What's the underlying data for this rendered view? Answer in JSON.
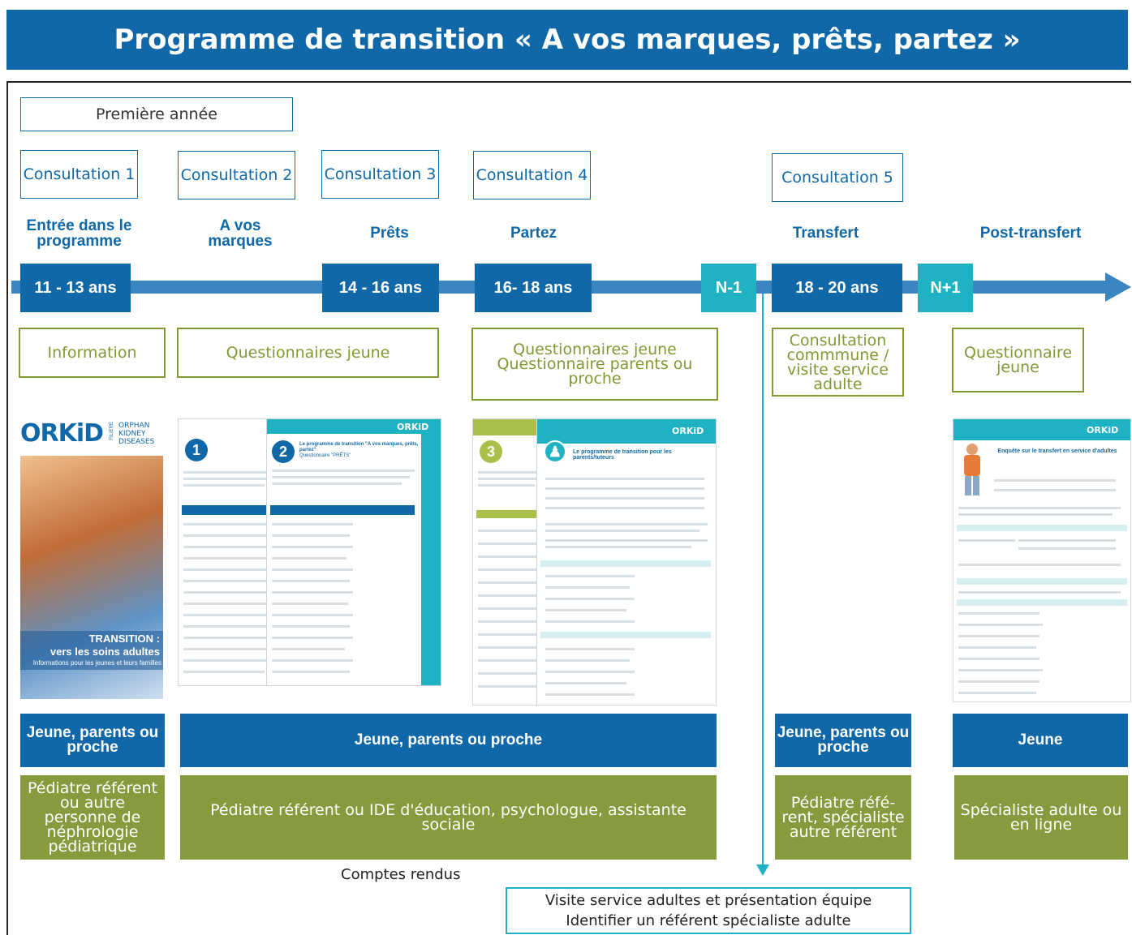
{
  "title": "Programme de transition « A vos marques, prêts, partez »",
  "first_year": "Première année",
  "consultations": [
    "Consultation 1",
    "Consultation 2",
    "Consultation 3",
    "Consultation 4",
    "Consultation 5"
  ],
  "stages": {
    "entree": "Entrée dans le programme",
    "a_vos_marques": "A vos marques",
    "prets": "Prêts",
    "partez": "Partez",
    "transfert": "Transfert",
    "post_transfert": "Post-transfert"
  },
  "timeline": {
    "age_11_13": "11 - 13 ans",
    "age_14_16": "14 - 16 ans",
    "age_16_18": "16- 18 ans",
    "n_minus_1": "N-1",
    "age_18_20": "18 - 20 ans",
    "n_plus_1": "N+1"
  },
  "tools": {
    "information": "Information",
    "questionnaires_jeune": "Questionnaires jeune",
    "questionnaires_jeune_parents_line1": "Questionnaires jeune",
    "questionnaires_jeune_parents_line2": "Questionnaire parents ou proche",
    "consultation_commune": "Consultation commmune / visite service adulte",
    "questionnaire_jeune": "Questionnaire jeune"
  },
  "documents": {
    "orkid_logo": "ORKiD",
    "orkid_tagline_1": "ORPHAN",
    "orkid_tagline_2": "KIDNEY",
    "orkid_tagline_3": "DISEASES",
    "orkid_filiere": "FILIÈRE",
    "brochure_title_1": "TRANSITION :",
    "brochure_title_2": "vers les soins adultes",
    "brochure_subtitle": "Informations pour les jeunes et leurs familles",
    "q1_number": "1",
    "q2_number": "2",
    "q2_title": "Le programme de transition \"A vos marques, prêts, partez\"",
    "q2_subtitle": "Questionnaire \"PRÊTS\"",
    "q3_number": "3",
    "q_parents_title": "Le programme de transition pour les parents/tuteurs",
    "q_post_title": "Enquête sur le transfert en service d'adultes"
  },
  "audiences": {
    "a1": "Jeune, parents ou proche",
    "a2": "Jeune, parents ou proche",
    "a3": "Jeune, parents ou proche",
    "a4": "Jeune"
  },
  "referents": {
    "r1": "Pédiatre référent ou autre personne de néphrologie pédiatrique",
    "r2": "Pédiatre référent ou IDE d'éducation, psychologue, assistante sociale",
    "r3": "Pédiatre réfé-rent, spécialiste autre référent",
    "r4": "Spécialiste adulte ou en ligne"
  },
  "comptes_rendus": "Comptes rendus",
  "visit": {
    "line1": "Visite service adultes et présentation équipe",
    "line2": "Identifier un référent spécialiste adulte"
  },
  "colors": {
    "primary_blue": "#1068a8",
    "arrow_blue": "#3a86c3",
    "teal": "#1eb2c2",
    "olive": "#869b3e"
  }
}
